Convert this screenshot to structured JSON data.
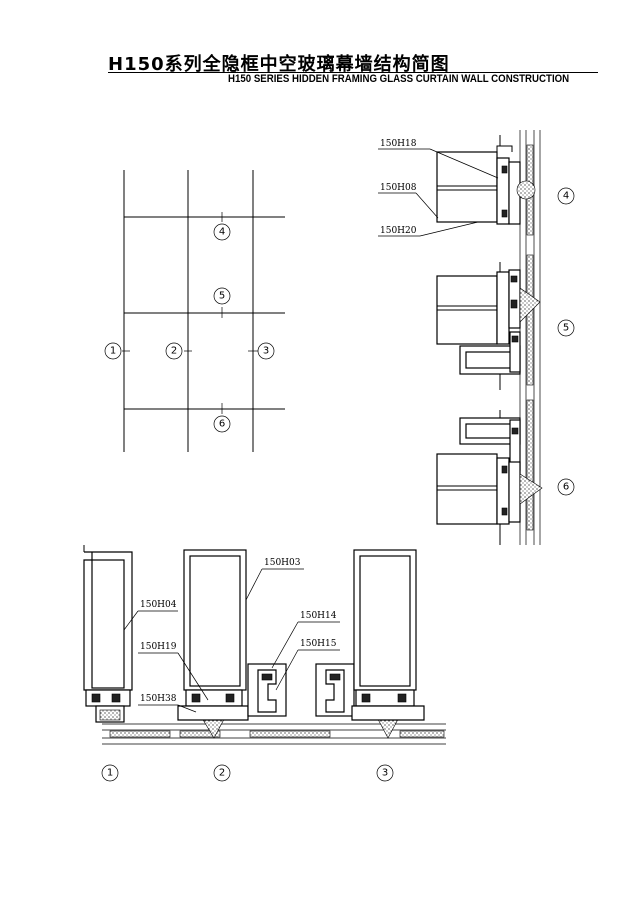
{
  "title": {
    "cn": "H150系列全隐框中空玻璃幕墙结构简图",
    "en": "H150 SERIES HIDDEN FRAMING GLASS CURTAIN WALL CONSTRUCTION"
  },
  "elevation_markers": [
    "1",
    "2",
    "3",
    "4",
    "5",
    "6"
  ],
  "vertical_section": {
    "labels": [
      "150H18",
      "150H08",
      "150H20"
    ],
    "markers": [
      "4",
      "5",
      "6"
    ]
  },
  "horizontal_section": {
    "labels": [
      "150H04",
      "150H19",
      "150H38",
      "150H03",
      "150H14",
      "150H15"
    ],
    "markers": [
      "1",
      "2",
      "3"
    ]
  }
}
